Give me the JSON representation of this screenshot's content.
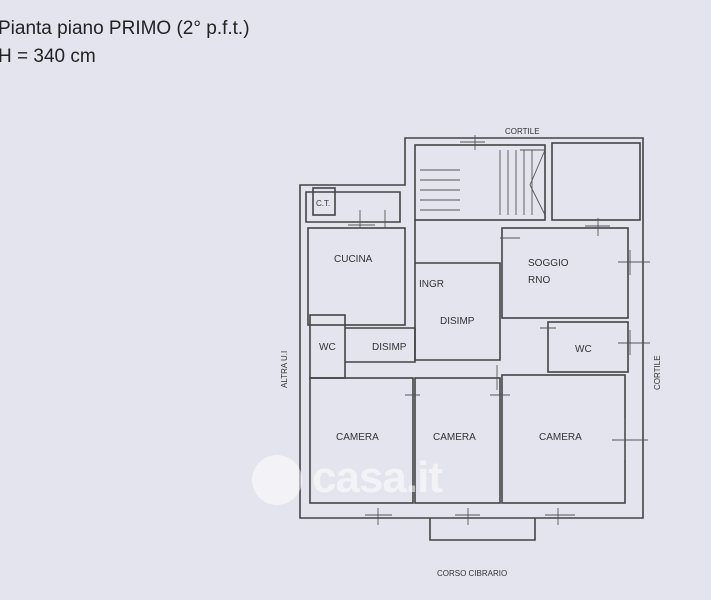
{
  "header": {
    "title": "Pianta piano PRIMO (2° p.f.t.)",
    "height": "H = 340 cm"
  },
  "plan": {
    "surroundings": {
      "top": "CORTILE",
      "right": "CORTILE",
      "left": "ALTRA U.I",
      "bottom": "CORSO CIBRARIO"
    },
    "rooms": {
      "ct": "C.T.",
      "cucina": "CUCINA",
      "ingr": "INGR",
      "disimp_center": "DISIMP",
      "soggiorno_1": "SOGGIO",
      "soggiorno_2": "RNO",
      "wc_left": "WC",
      "disimp_left": "DISIMP",
      "wc_right": "WC",
      "camera_1": "CAMERA",
      "camera_2": "CAMERA",
      "camera_3": "CAMERA"
    }
  },
  "watermark": "casa.it"
}
